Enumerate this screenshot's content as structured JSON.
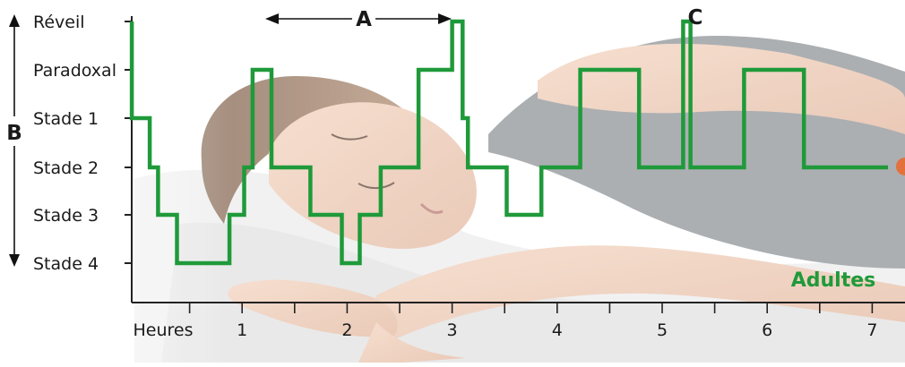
{
  "chart_data": {
    "type": "line",
    "step": true,
    "y_categories": [
      "Stade 4",
      "Stade 3",
      "Stade 2",
      "Stade 1",
      "Paradoxal",
      "Réveil"
    ],
    "x_label": "Heures",
    "x_ticks": [
      1,
      2,
      3,
      4,
      5,
      6,
      7
    ],
    "xlim": [
      -0.05,
      7.15
    ],
    "series": [
      {
        "name": "Adultes",
        "color": "#1f9a3a",
        "points": [
          [
            -0.05,
            5
          ],
          [
            -0.05,
            3
          ],
          [
            0.12,
            3
          ],
          [
            0.12,
            2
          ],
          [
            0.2,
            2
          ],
          [
            0.2,
            1
          ],
          [
            0.38,
            1
          ],
          [
            0.38,
            0
          ],
          [
            0.88,
            0
          ],
          [
            0.88,
            1
          ],
          [
            1.02,
            1
          ],
          [
            1.02,
            2
          ],
          [
            1.1,
            2
          ],
          [
            1.1,
            4
          ],
          [
            1.28,
            4
          ],
          [
            1.28,
            2
          ],
          [
            1.65,
            2
          ],
          [
            1.65,
            1
          ],
          [
            1.95,
            1
          ],
          [
            1.95,
            0
          ],
          [
            2.12,
            0
          ],
          [
            2.12,
            1
          ],
          [
            2.32,
            1
          ],
          [
            2.32,
            2
          ],
          [
            2.68,
            2
          ],
          [
            2.68,
            4
          ],
          [
            3.0,
            4
          ],
          [
            3.0,
            5
          ],
          [
            3.1,
            5
          ],
          [
            3.1,
            3
          ],
          [
            3.15,
            3
          ],
          [
            3.15,
            2
          ],
          [
            3.52,
            2
          ],
          [
            3.52,
            1
          ],
          [
            3.85,
            1
          ],
          [
            3.85,
            2
          ],
          [
            4.22,
            2
          ],
          [
            4.22,
            4
          ],
          [
            4.78,
            4
          ],
          [
            4.78,
            2
          ],
          [
            5.2,
            2
          ],
          [
            5.2,
            5
          ],
          [
            5.27,
            5
          ],
          [
            5.27,
            2
          ],
          [
            5.78,
            2
          ],
          [
            5.78,
            4
          ],
          [
            6.35,
            4
          ],
          [
            6.35,
            2
          ],
          [
            7.15,
            2
          ]
        ]
      }
    ],
    "annotations": [
      {
        "label": "A",
        "kind": "double-arrow",
        "from_x": 1.28,
        "to_x": 3.05
      },
      {
        "label": "B",
        "kind": "vertical-double-arrow"
      },
      {
        "label": "C",
        "kind": "marker",
        "x": 5.25
      }
    ],
    "series_label": "Adultes",
    "grid": false,
    "background": "photo of a sleeping woman"
  }
}
